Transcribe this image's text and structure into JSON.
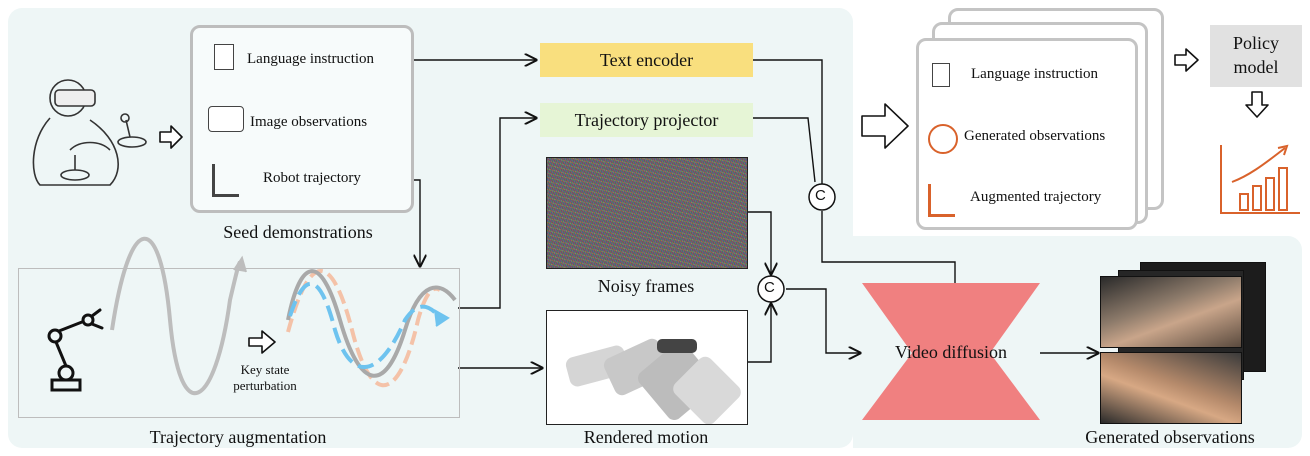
{
  "seed": {
    "items": [
      "Language instruction",
      "Image observations",
      "Robot trajectory"
    ],
    "caption": "Seed demonstrations"
  },
  "blocks": {
    "text_encoder": "Text encoder",
    "trajectory_projector": "Trajectory projector",
    "video_diffusion": "Video diffusion",
    "concat": "C"
  },
  "captions": {
    "noisy": "Noisy frames",
    "rendered": "Rendered motion",
    "traj_aug": "Trajectory augmentation",
    "generated": "Generated observations"
  },
  "traj_aug": {
    "label_line1": "Key state",
    "label_line2": "perturbation"
  },
  "output_stack": {
    "items": [
      "Language instruction",
      "Generated observations",
      "Augmented trajectory"
    ]
  },
  "policy": {
    "line1": "Policy",
    "line2": "model"
  },
  "colors": {
    "text_encoder": "#f9df7e",
    "trajectory_projector": "#e6f5d6",
    "video_diffusion": "#f08080",
    "panel_bg": "#eef6f6",
    "perturb_blue": "#6ec3ef",
    "perturb_peach": "#f4c2a8",
    "chart_orange": "#d9622b"
  }
}
